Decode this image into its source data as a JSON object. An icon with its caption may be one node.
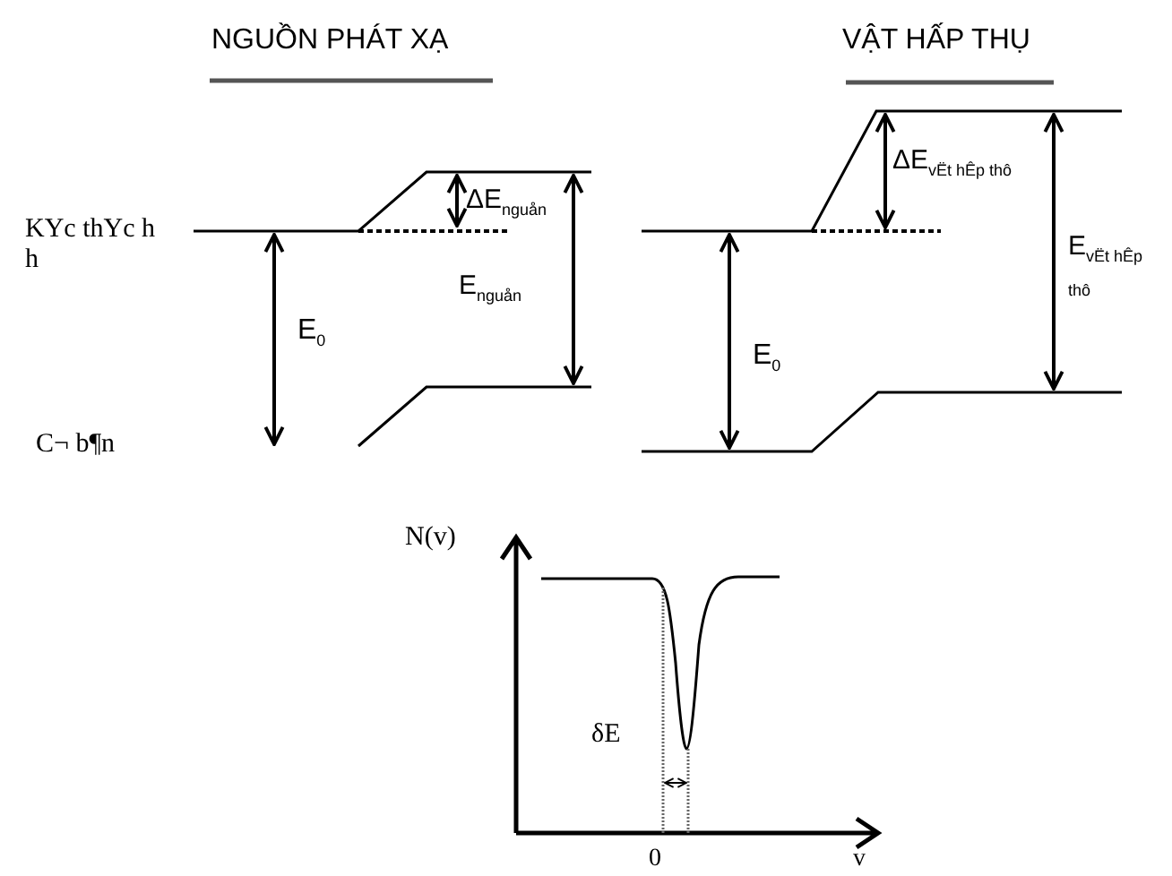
{
  "diagram": {
    "labels": [
      "NGUỒN PHÁT XẠ",
      "VẬT HẤP THỤ",
      "KYc thYc h h",
      "C¬ b¶n",
      "E$_{0}$",
      "ΔE$_{nguån}$",
      "E$_{nguån}$",
      "E$_{0}$",
      "ΔE$_{vËt hÊp thô}$",
      "E$_{vËt hÊp thô}$",
      "N(v)",
      "δE",
      "0",
      "v"
    ]
  }
}
